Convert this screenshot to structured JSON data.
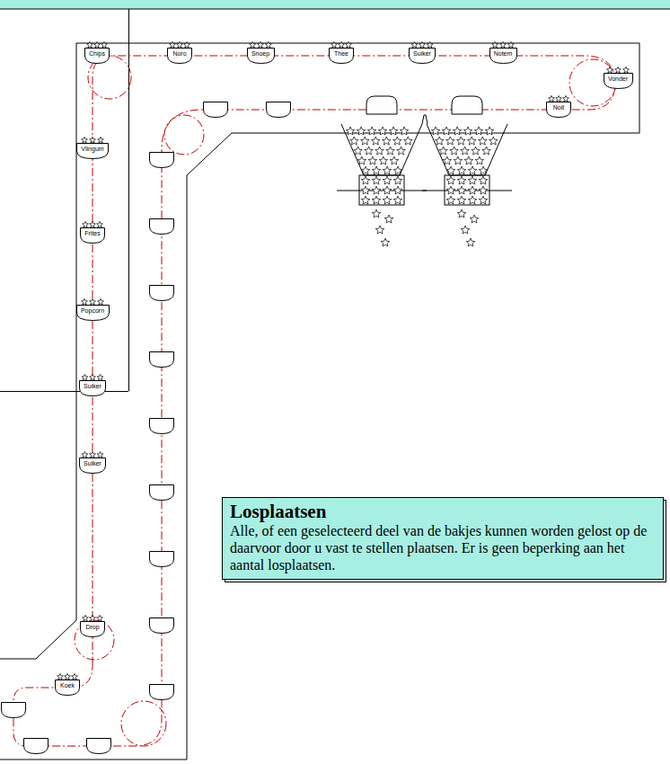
{
  "diagram": {
    "nodes": [
      {
        "text": [
          "Chips"
        ]
      },
      {
        "text": [
          "Noro"
        ]
      },
      {
        "text": [
          "Snoep"
        ]
      },
      {
        "text": [
          "Thee"
        ]
      },
      {
        "text": [
          "Suiker"
        ]
      },
      {
        "text": [
          "Notem"
        ]
      },
      {
        "text": [
          "Vonder"
        ]
      },
      {
        "text": [
          "Noit"
        ]
      },
      {
        "text": [
          "Vlingum"
        ]
      },
      {
        "text": [
          "Frites"
        ]
      },
      {
        "text": [
          "Popcorn"
        ]
      },
      {
        "text": [
          "Suiker"
        ]
      },
      {
        "text": [
          "Suiker"
        ]
      },
      {
        "text": [
          "Drop"
        ]
      },
      {
        "text": [
          "Koek"
        ]
      },
      {
        "text": [
          "Losplaatsen",
          "Alle, of een geselecteerd deel van de bakjes kunnen worden gelost op de daarvoor door u vast te stellen plaatsen. Er is geen beperking aan het aantal losplaatsen."
        ]
      }
    ]
  }
}
